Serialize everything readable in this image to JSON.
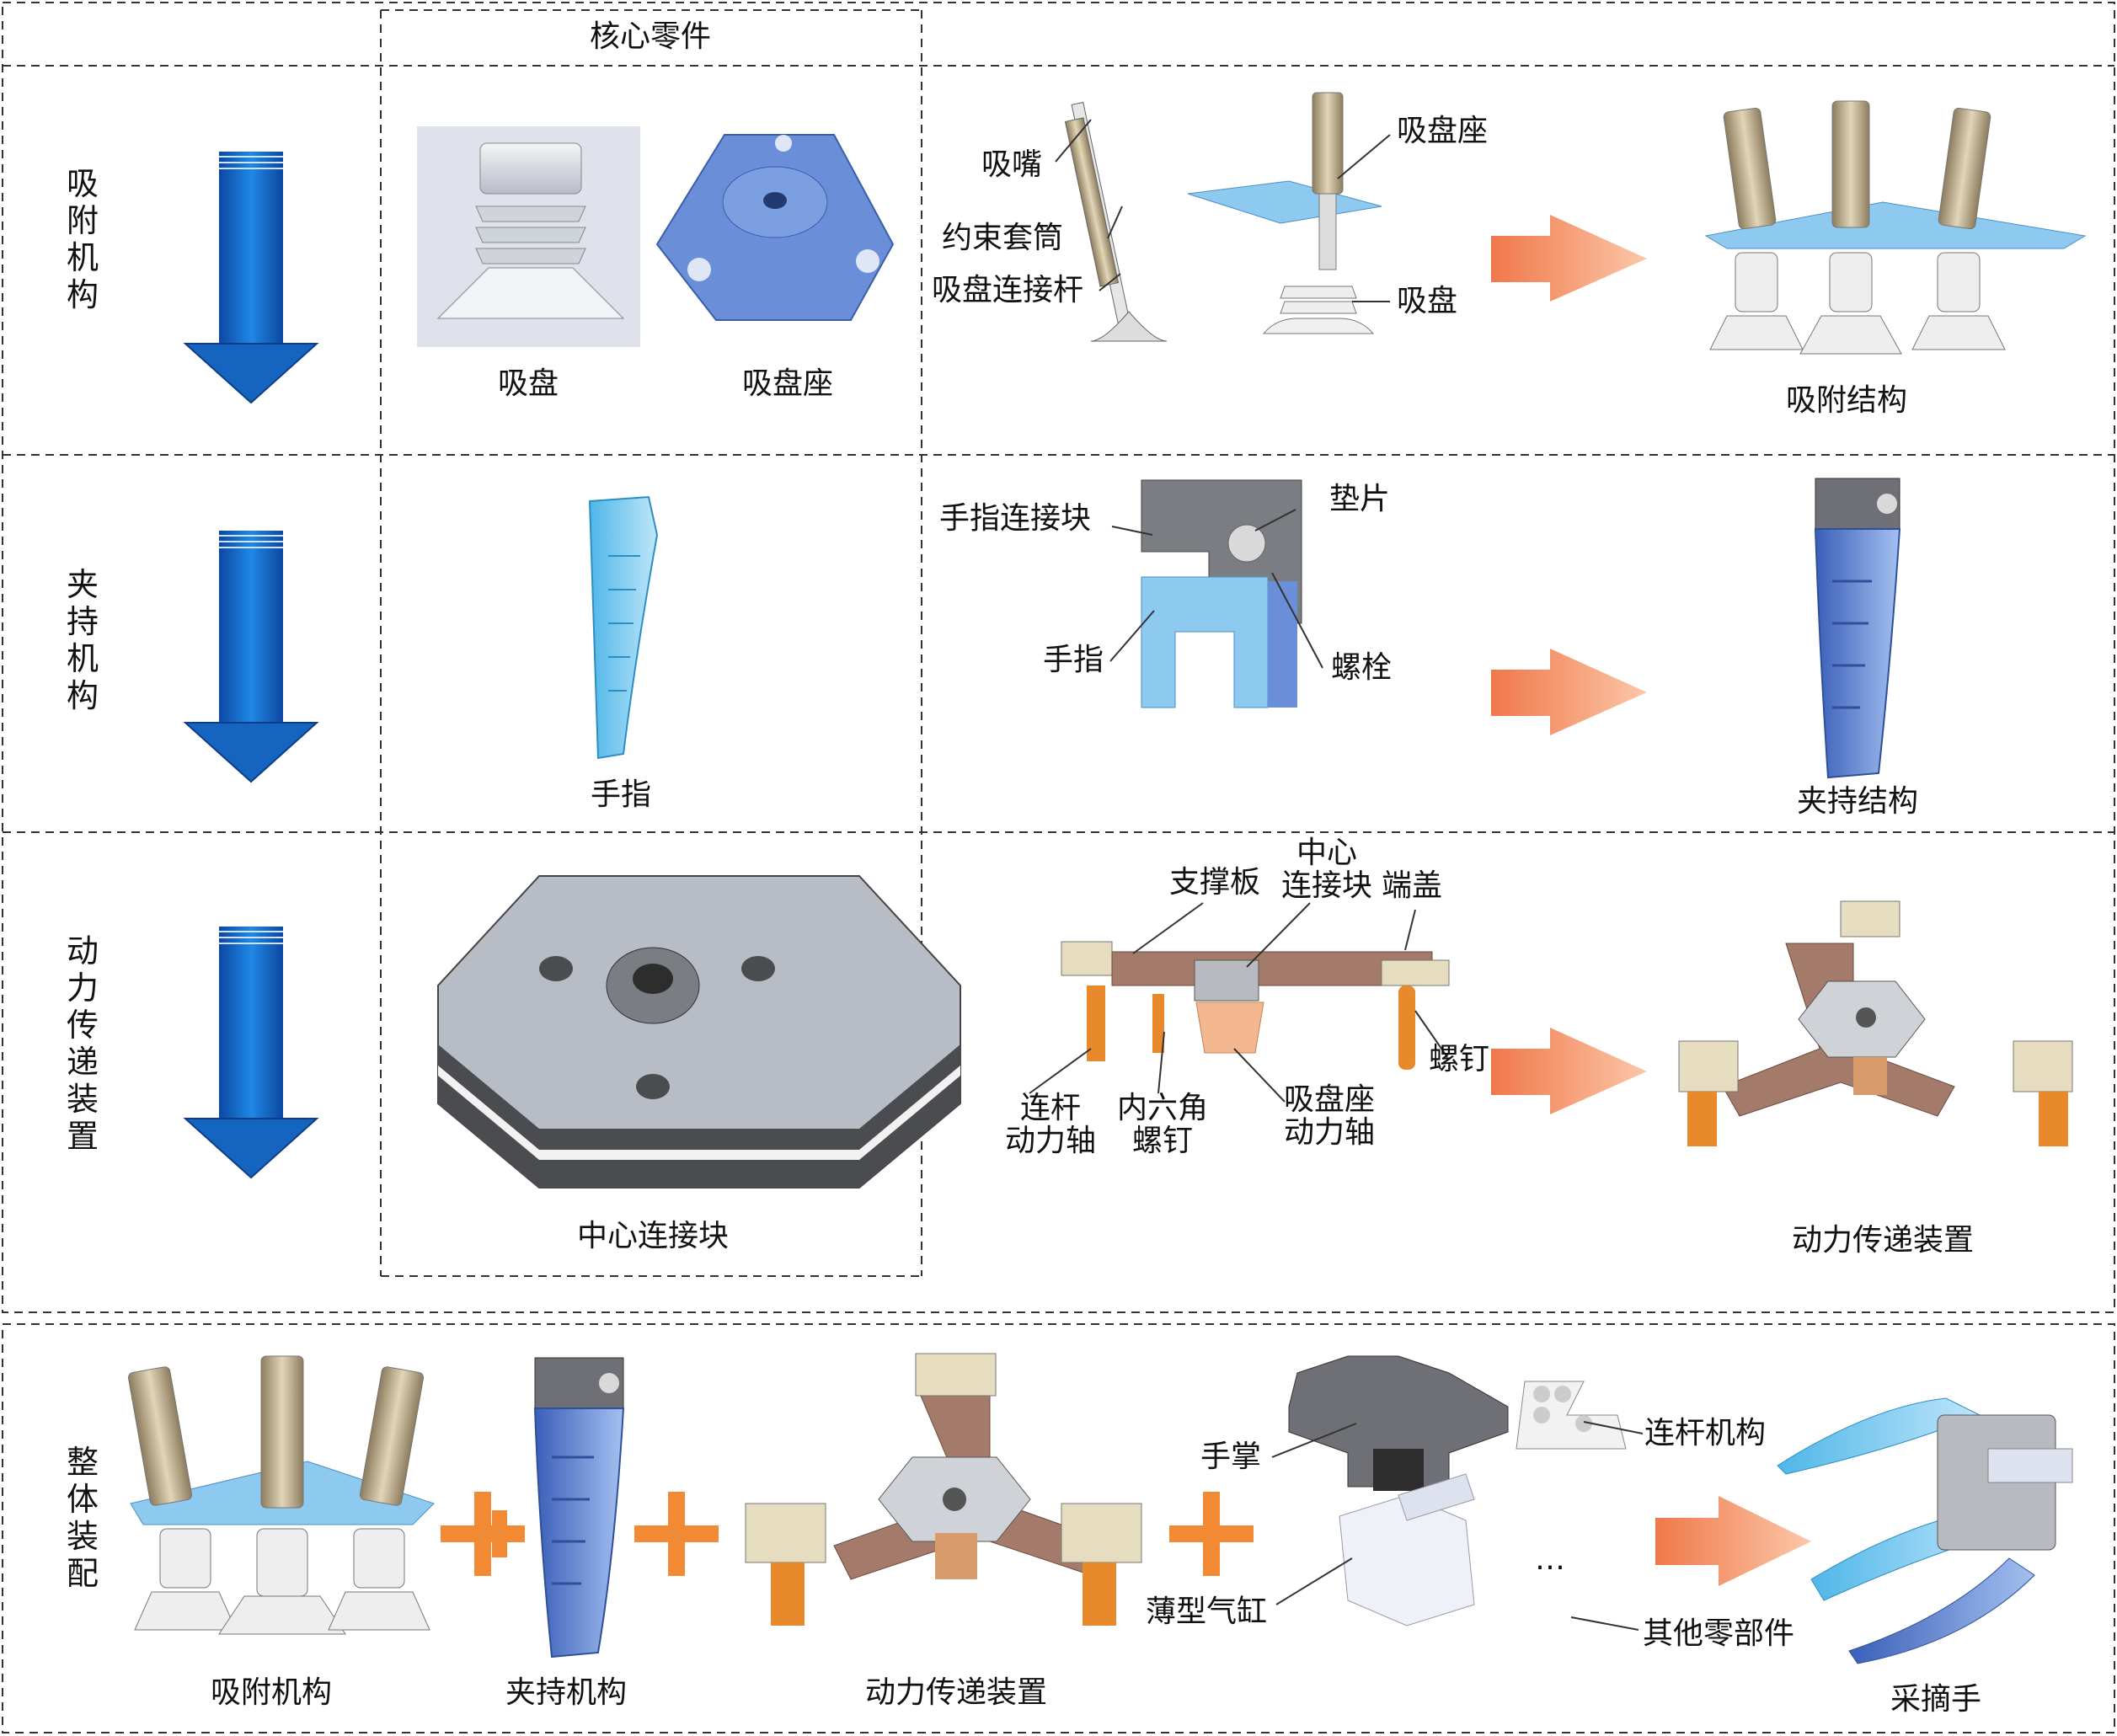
{
  "header": {
    "core_parts": "核心零件"
  },
  "rows": [
    {
      "name": "吸附机构",
      "parts": [
        "吸盘",
        "吸盘座"
      ],
      "callouts": [
        "吸嘴",
        "约束套筒",
        "吸盘连接杆",
        "吸盘座",
        "吸盘"
      ],
      "result": "吸附结构"
    },
    {
      "name": "夹持机构",
      "parts": [
        "手指"
      ],
      "callouts": [
        "手指连接块",
        "垫片",
        "手指",
        "螺栓"
      ],
      "result": "夹持结构"
    },
    {
      "name": "动力传递装置",
      "parts": [
        "中心连接块"
      ],
      "callouts": [
        "支撑板",
        "中心",
        "连接块",
        "端盖",
        "螺钉",
        "连杆",
        "动力轴",
        "内六角",
        "螺钉",
        "吸盘座",
        "动力轴"
      ],
      "result": "动力传递装置"
    }
  ],
  "assembly": {
    "name": "整体装配",
    "items": [
      "吸附机构",
      "夹持机构",
      "动力传递装置"
    ],
    "callouts": [
      "手掌",
      "连杆机构",
      "薄型气缸",
      "其他零部件"
    ],
    "ellipsis": "…",
    "result": "采摘手"
  },
  "colors": {
    "arrow_down": "#1565c0",
    "arrow_right": "#f4a37c",
    "plus": "#f28a33",
    "part_blue": "#6a8fd8",
    "part_light_blue": "#8ec9ef",
    "part_gray": "#9aa0a8",
    "part_brown": "#a47a6a",
    "part_orange": "#e88a2c",
    "part_tan": "#d6c9a0"
  }
}
